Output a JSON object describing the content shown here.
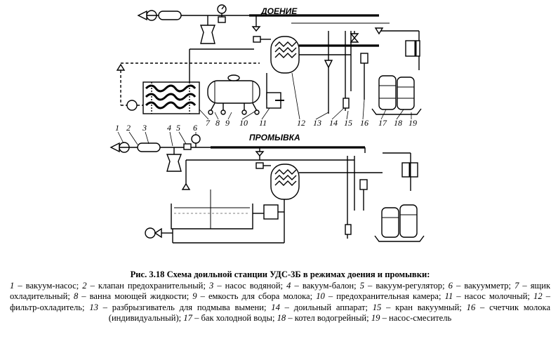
{
  "figure": {
    "mode_milking": "ДОЕНИЕ",
    "mode_washing": "ПРОМЫВКА",
    "callouts_top": [
      "7",
      "8",
      "9",
      "10",
      "11",
      "12",
      "13",
      "14",
      "15",
      "16",
      "17",
      "18",
      "19"
    ],
    "callouts_left": [
      "1",
      "2",
      "3",
      "4",
      "5",
      "6"
    ]
  },
  "caption": {
    "title": "Рис. 3.18   Схема доильной станции УДС-3Б в режимах доения и промывки:",
    "legend": [
      {
        "n": "1",
        "t": "вакуум-насос"
      },
      {
        "n": "2",
        "t": "клапан предохранительный"
      },
      {
        "n": "3",
        "t": "насос водяной"
      },
      {
        "n": "4",
        "t": "вакуум-балон"
      },
      {
        "n": "5",
        "t": "вакуум-регулятор"
      },
      {
        "n": "6",
        "t": "вакуумметр"
      },
      {
        "n": "7",
        "t": "ящик охладительный"
      },
      {
        "n": "8",
        "t": "ванна моющей жидкости"
      },
      {
        "n": "9",
        "t": "емкость для сбора молока"
      },
      {
        "n": "10",
        "t": "предохранительная камера"
      },
      {
        "n": "11",
        "t": "насос молочный"
      },
      {
        "n": "12",
        "t": "фильтр-охладитель"
      },
      {
        "n": "13",
        "t": "разбрызгиватель для подмыва вымени"
      },
      {
        "n": "14",
        "t": "доильный аппарат"
      },
      {
        "n": "15",
        "t": "кран вакуумный"
      },
      {
        "n": "16",
        "t": "счетчик молока (индивидуальный)"
      },
      {
        "n": "17",
        "t": "бак холодной воды"
      },
      {
        "n": "18",
        "t": "котел водогрейный"
      },
      {
        "n": "19",
        "t": "насос-смеситель"
      }
    ]
  }
}
